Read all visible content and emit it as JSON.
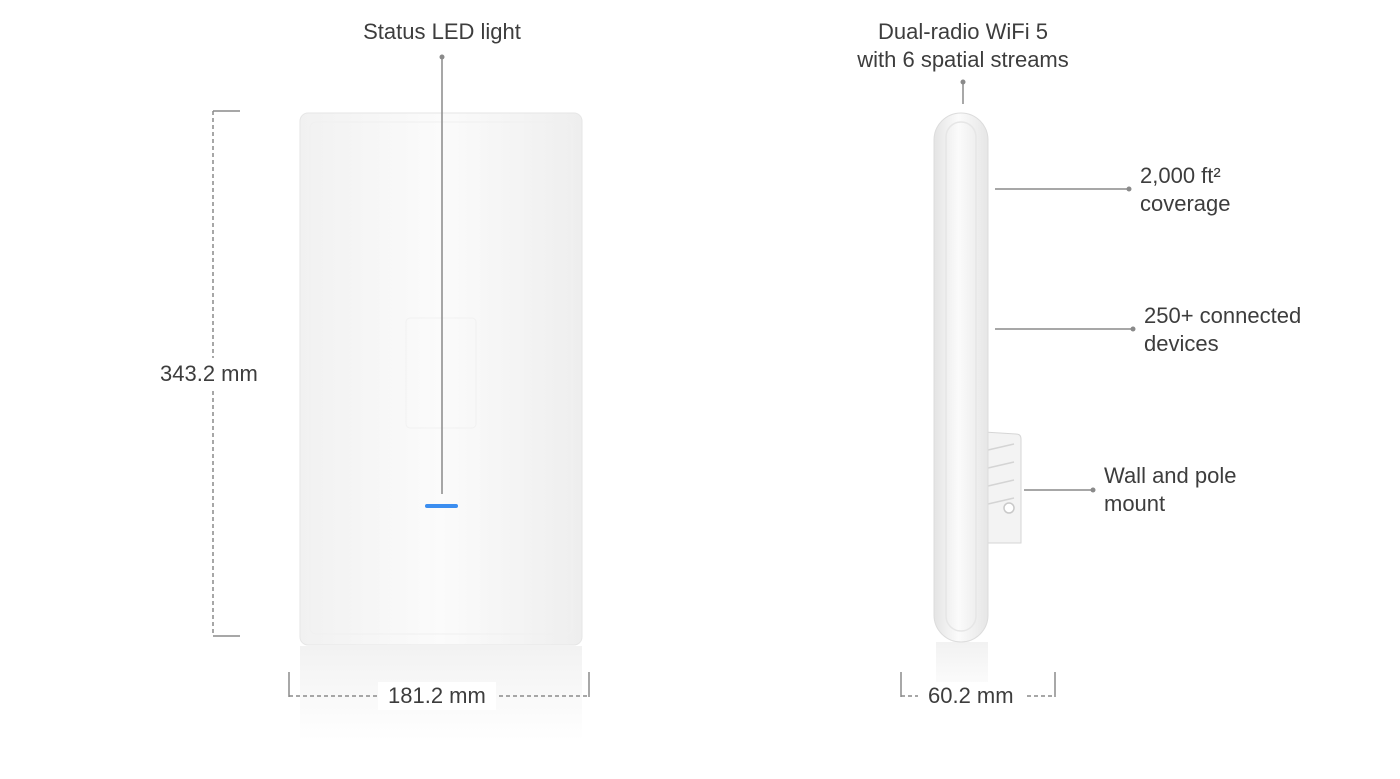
{
  "callouts": {
    "status_led": "Status LED light",
    "radio": {
      "line1": "Dual-radio WiFi 5",
      "line2": "with 6 spatial streams"
    },
    "coverage": {
      "line1": "2,000 ft²",
      "line2": "coverage"
    },
    "devices": {
      "line1": "250+ connected",
      "line2": "devices"
    },
    "mount": {
      "line1": "Wall and pole",
      "line2": "mount"
    }
  },
  "dimensions": {
    "height": "343.2 mm",
    "width": "181.2 mm",
    "depth": "60.2 mm"
  },
  "colors": {
    "led": "#3b8ef0",
    "leader": "#8a8a8a",
    "device_body": "#f6f6f6",
    "device_edge": "#e2e2e2"
  }
}
